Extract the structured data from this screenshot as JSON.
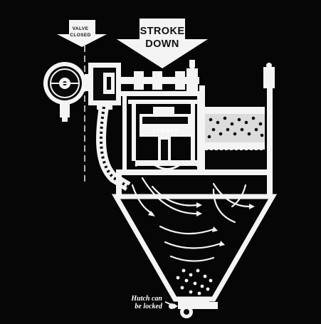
{
  "labels": {
    "valve_line1": "VALVE",
    "valve_line2": "CLOSED",
    "stroke_line1": "STROKE",
    "stroke_line2": "DOWN",
    "piston": "STROKE",
    "note_line1": "Hutch can",
    "note_line2": "be locked"
  },
  "colors": {
    "background": "#060606",
    "machine": "#f4f4f4",
    "arrow_fill": "#f4f4f4"
  }
}
